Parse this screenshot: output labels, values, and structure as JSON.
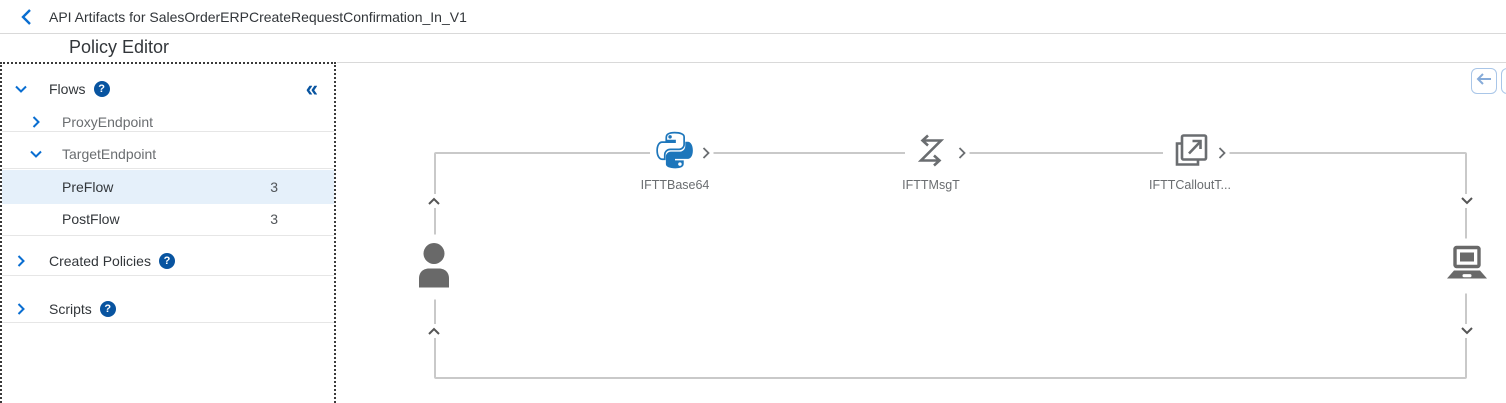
{
  "header": {
    "title": "API Artifacts for SalesOrderERPCreateRequestConfirmation_In_V1",
    "subtitle": "Policy Editor"
  },
  "sidebar": {
    "help_glyph": "?",
    "collapse_icon": "«",
    "flows": {
      "label": "Flows"
    },
    "proxy_endpoint": {
      "label": "ProxyEndpoint"
    },
    "target_endpoint": {
      "label": "TargetEndpoint"
    },
    "pre_flow": {
      "label": "PreFlow",
      "count": "3",
      "selected": true
    },
    "post_flow": {
      "label": "PostFlow",
      "count": "3"
    },
    "created_policies": {
      "label": "Created Policies"
    },
    "scripts": {
      "label": "Scripts"
    }
  },
  "canvas": {
    "policies": [
      {
        "label": "IFTTBase64",
        "icon": "python-script-icon"
      },
      {
        "label": "IFTTMsgT",
        "icon": "message-transform-icon"
      },
      {
        "label": "IFTTCalloutT...",
        "icon": "service-callout-icon"
      }
    ],
    "endpoints": {
      "left": "user-icon",
      "right": "laptop-icon"
    }
  },
  "colors": {
    "accent_blue": "#0a6ed1",
    "dark_blue": "#0854a0",
    "selected_row_bg": "#e5f0fa",
    "flow_line": "#c9c9c9",
    "icon_gray": "#6a6d70",
    "python_blue": "#1d76bb"
  }
}
